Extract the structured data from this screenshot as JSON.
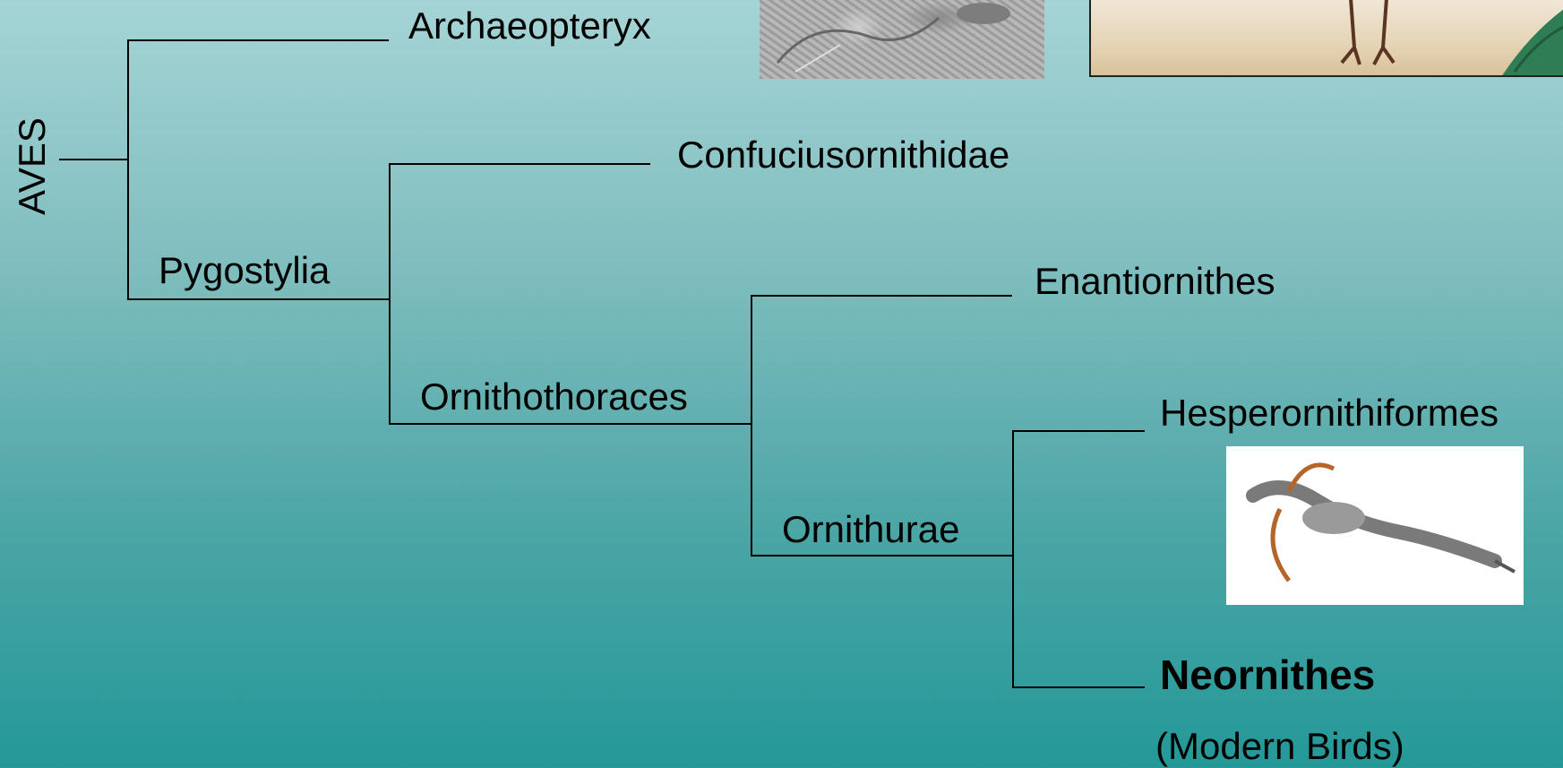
{
  "tree": {
    "root_label": "AVES",
    "taxa": {
      "archaeopteryx": "Archaeopteryx",
      "confuciusornithidae": "Confuciusornithidae",
      "enantiornithes": "Enantiornithes",
      "hesperornithiformes": "Hesperornithiformes",
      "neornithes": "Neornithes",
      "neornithes_note": "(Modern Birds)"
    },
    "clades": {
      "pygostylia": "Pygostylia",
      "ornithothoraces": "Ornithothoraces",
      "ornithurae": "Ornithurae"
    }
  },
  "images": {
    "fossil": "archaeopteryx-fossil-image",
    "reconstruction": "archaeopteryx-reconstruction-image",
    "hesperornis": "hesperornis-image"
  }
}
